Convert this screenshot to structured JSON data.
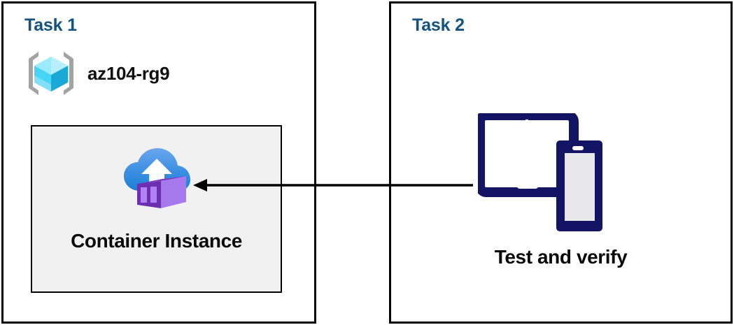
{
  "diagram": {
    "title": "Azure container instance task diagram",
    "background": "#ffffff",
    "panel_border_color": "#000000",
    "title_color": "#14537d",
    "card_background": "#f1f1f1"
  },
  "task1": {
    "title": "Task 1",
    "resource_group": {
      "icon": "azure-resource-group-icon",
      "label": "az104-rg9",
      "cube_color_light": "#9cebfb",
      "cube_color_mid": "#32c9f0",
      "cube_color_dark": "#1ba3cd",
      "bracket_color": "#a3a3a3"
    },
    "container_card": {
      "icon": "azure-container-instance-icon",
      "label": "Container Instance",
      "cloud_color_top": "#5f9dec",
      "cloud_color_bottom": "#1a80d6",
      "box_color_light": "#a779ee",
      "box_color_dark": "#6b2fb0"
    }
  },
  "task2": {
    "title": "Task 2",
    "device": {
      "icon": "tablet-and-phone-icon",
      "label": "Test and verify",
      "frame_color": "#141464",
      "screen_color": "#e8e8ea"
    }
  },
  "connector": {
    "name": "flow-arrow",
    "direction": "right-to-left",
    "from": "Test and verify",
    "to": "Container Instance",
    "color": "#000000"
  }
}
